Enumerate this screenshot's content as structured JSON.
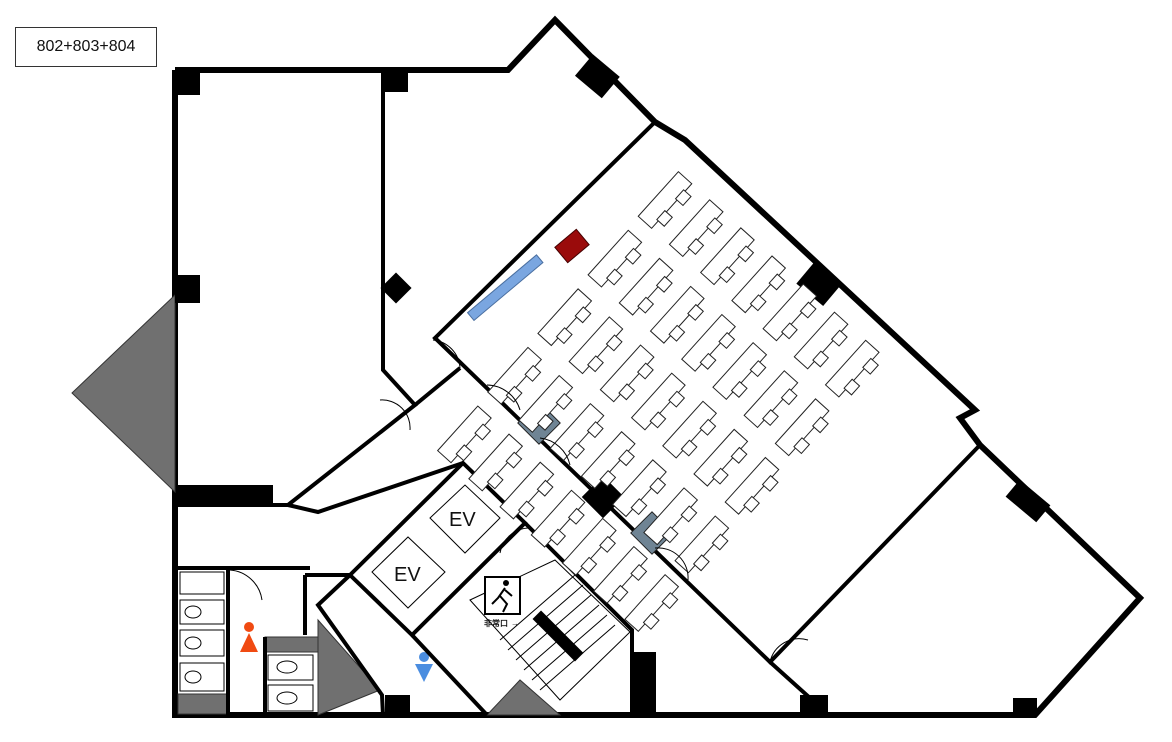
{
  "room_label": "802+803+804",
  "elevators": [
    {
      "label": "EV"
    },
    {
      "label": "EV"
    }
  ],
  "emergency_exit": {
    "label": "非常口",
    "arrow": "→",
    "icon": "running-man-exit-icon"
  },
  "restroom_icons": {
    "female": {
      "icon": "female-restroom-icon",
      "color": "#f04a12"
    },
    "male": {
      "icon": "male-restroom-icon",
      "color": "#4a8de0"
    }
  },
  "colors": {
    "screen": "#7aa6e0",
    "podium": "#9a0b0b",
    "column_fill": "#6f8494",
    "hatched": "#707070"
  }
}
